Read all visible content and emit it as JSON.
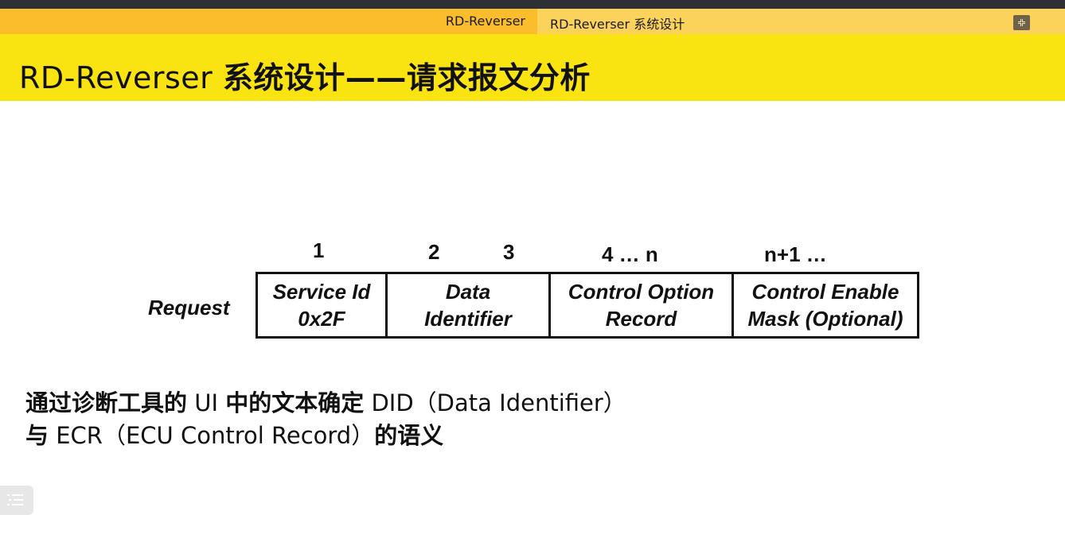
{
  "nav": {
    "section": "RD-Reverser",
    "subsection": "RD-Reverser 系统设计"
  },
  "slide": {
    "title_latin": "RD-Reverser ",
    "title_cjk": "系统设计——请求报文分析"
  },
  "diagram": {
    "row_label": "Request",
    "byte_numbers": [
      "1",
      "2",
      "3",
      "4 … n",
      "n+1 …"
    ],
    "fields": [
      {
        "line1": "Service Id",
        "line2": "0x2F"
      },
      {
        "line1": "Data",
        "line2": "Identifier"
      },
      {
        "line1": "Control Option",
        "line2": "Record"
      },
      {
        "line1": "Control Enable",
        "line2": "Mask (Optional)"
      }
    ]
  },
  "body": {
    "line1_a": "通过诊断工具的",
    "line1_b": " UI ",
    "line1_c": "中的文本确定",
    "line1_d": " DID（Data Identifier）",
    "line2_a": "与",
    "line2_b": " ECR（ECU Control Record）",
    "line2_c": "的语义"
  },
  "icons": {
    "fullscreen": "collapse-fullscreen-icon",
    "outline": "list-outline-icon"
  },
  "colors": {
    "nav_bg": "#fbbd2b",
    "nav_active_bg": "#fcd35a",
    "title_bg": "#f9e311",
    "top_strip": "#2e3035"
  }
}
